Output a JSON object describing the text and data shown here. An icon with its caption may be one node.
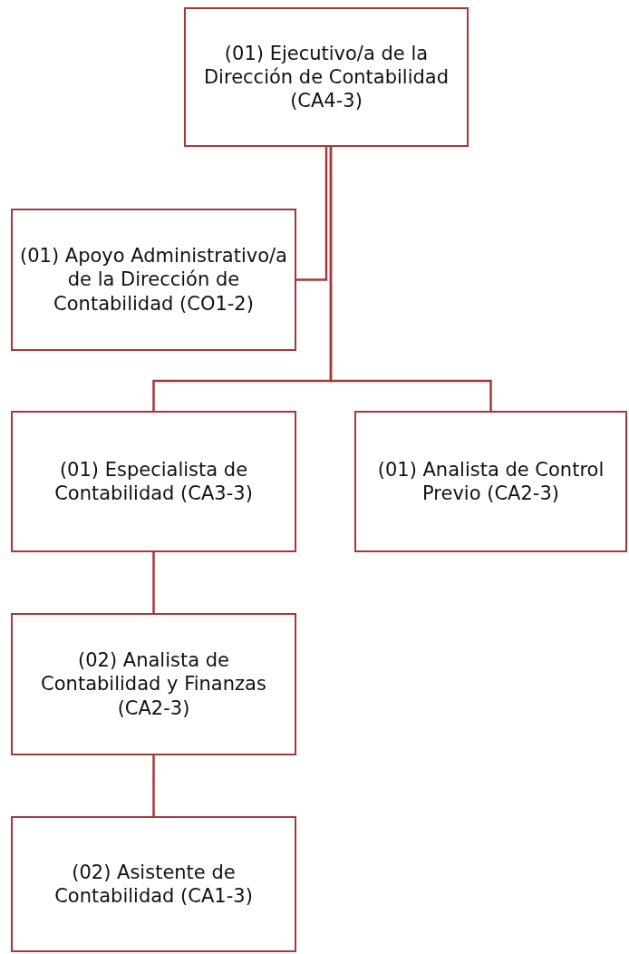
{
  "diagram": {
    "nodes": [
      {
        "text": [
          "(01) Ejecutivo/a de la Dirección de Contabilidad (CA4-3)"
        ]
      },
      {
        "text": [
          "(01) Apoyo Administrativo/a de la Dirección de Contabilidad (CO1-2)"
        ]
      },
      {
        "text": [
          "(01) Especialista de Contabilidad (CA3-3)"
        ]
      },
      {
        "text": [
          "(01) Analista de Control Previo (CA2-3)"
        ]
      },
      {
        "text": [
          "(02) Analista de Contabilidad y Finanzas (CA2-3)"
        ]
      },
      {
        "text": [
          "(02) Asistente de Contabilidad (CA1-3)"
        ]
      }
    ],
    "edges": [
      {
        "from": 0,
        "to": 1,
        "arrow": "none"
      },
      {
        "from": 0,
        "to": 2,
        "arrow": "none"
      },
      {
        "from": 0,
        "to": 3,
        "arrow": "none"
      },
      {
        "from": 2,
        "to": 4,
        "arrow": "none"
      },
      {
        "from": 4,
        "to": 5,
        "arrow": "none"
      }
    ]
  }
}
